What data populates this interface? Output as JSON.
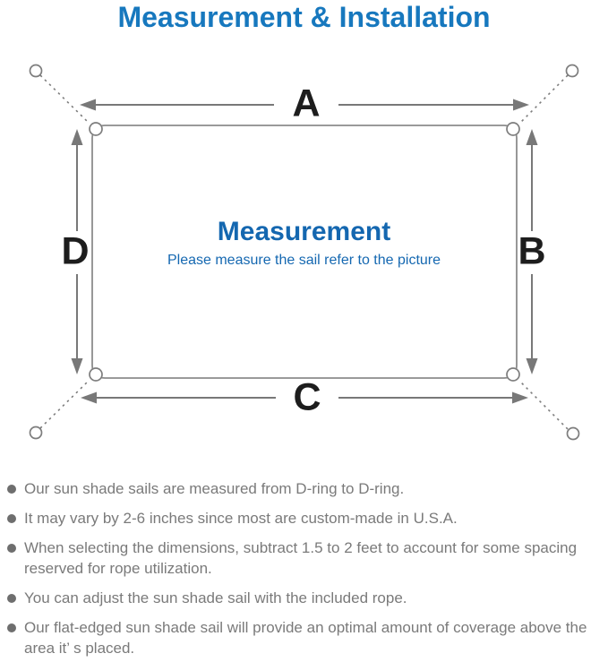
{
  "title": "Measurement & Installation",
  "diagram": {
    "labels": {
      "top": "A",
      "right": "B",
      "bottom": "C",
      "left": "D"
    },
    "center_heading": "Measurement",
    "center_subtitle": "Please measure the sail refer to the picture",
    "colors": {
      "title_blue": "#1778BE",
      "center_blue": "#1467B0",
      "line_gray": "#7d7d7d",
      "outline_gray": "#8c8c8c",
      "label_black": "#1d1d1d",
      "note_gray": "#7a7a7a"
    }
  },
  "notes": {
    "items": [
      "Our sun shade sails are measured from D-ring to D-ring.",
      "It may vary by 2-6 inches since most are custom-made in U.S.A.",
      "When selecting the dimensions, subtract 1.5 to 2 feet to account for some spacing reserved for rope utilization.",
      "You can adjust the sun shade sail with the included rope.",
      "Our flat-edged sun shade sail will provide an optimal amount of coverage above the area it’ s placed."
    ]
  }
}
